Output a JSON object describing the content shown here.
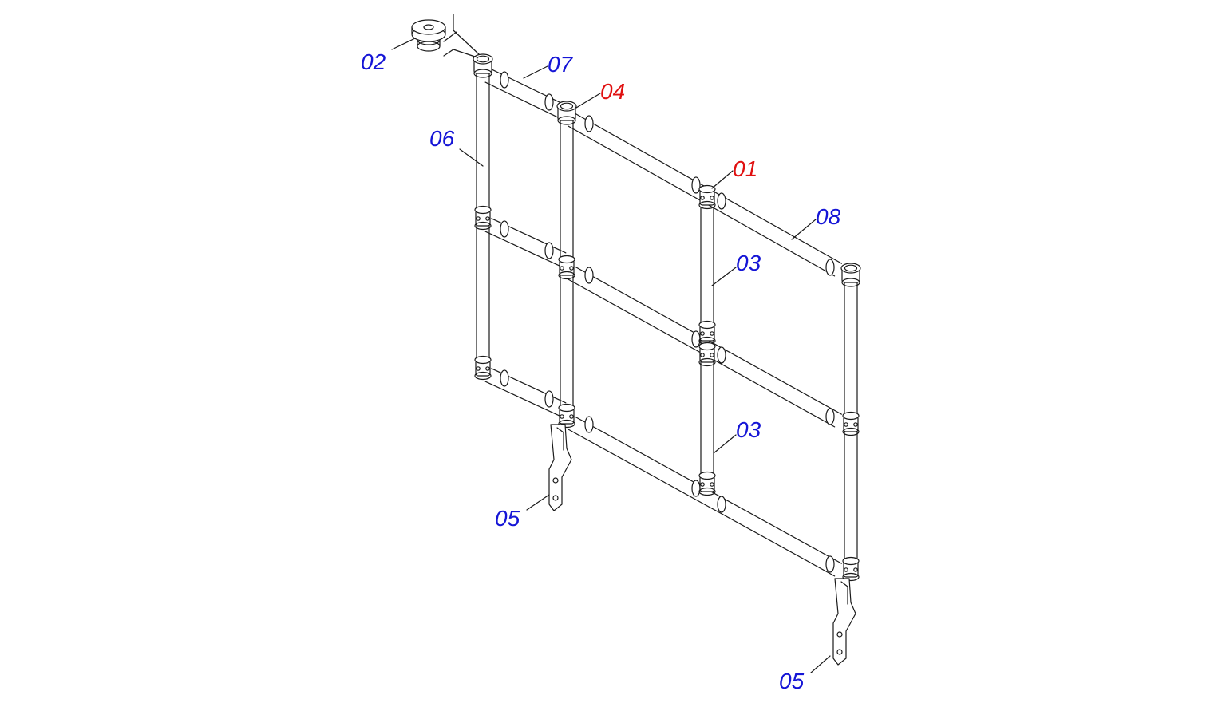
{
  "colors": {
    "background": "#ffffff",
    "line": "#1a1a1a",
    "callout_blue": "#1515d6",
    "callout_red": "#e01010"
  },
  "callouts": [
    {
      "id": "c02",
      "text": "02",
      "color": "blue"
    },
    {
      "id": "c07",
      "text": "07",
      "color": "blue"
    },
    {
      "id": "c04",
      "text": "04",
      "color": "red"
    },
    {
      "id": "c06",
      "text": "06",
      "color": "blue"
    },
    {
      "id": "c01",
      "text": "01",
      "color": "red"
    },
    {
      "id": "c08",
      "text": "08",
      "color": "blue"
    },
    {
      "id": "c03a",
      "text": "03",
      "color": "blue"
    },
    {
      "id": "c03b",
      "text": "03",
      "color": "blue"
    },
    {
      "id": "c05a",
      "text": "05",
      "color": "blue"
    },
    {
      "id": "c05b",
      "text": "05",
      "color": "blue"
    }
  ]
}
